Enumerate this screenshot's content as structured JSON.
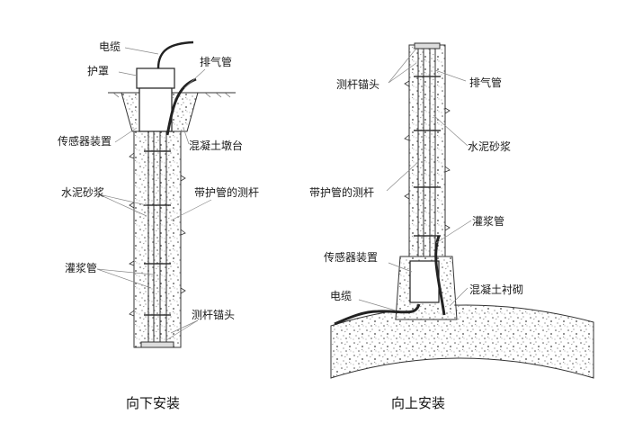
{
  "left": {
    "caption": "向下安装",
    "labels": {
      "cable": "电缆",
      "cover": "护罩",
      "vent_pipe": "排气管",
      "sensor": "传感器装置",
      "concrete_pier": "混凝土墩台",
      "cement_mortar": "水泥砂浆",
      "sleeved_rod": "带护管的测杆",
      "grout_pipe": "灌浆管",
      "rod_anchor": "测杆锚头"
    }
  },
  "right": {
    "caption": "向上安装",
    "labels": {
      "rod_anchor": "测杆锚头",
      "vent_pipe": "排气管",
      "cement_mortar": "水泥砂浆",
      "sleeved_rod": "带护管的测杆",
      "grout_pipe": "灌浆管",
      "sensor": "传感器装置",
      "concrete_lining": "混凝土衬砌",
      "cable": "电缆"
    }
  }
}
